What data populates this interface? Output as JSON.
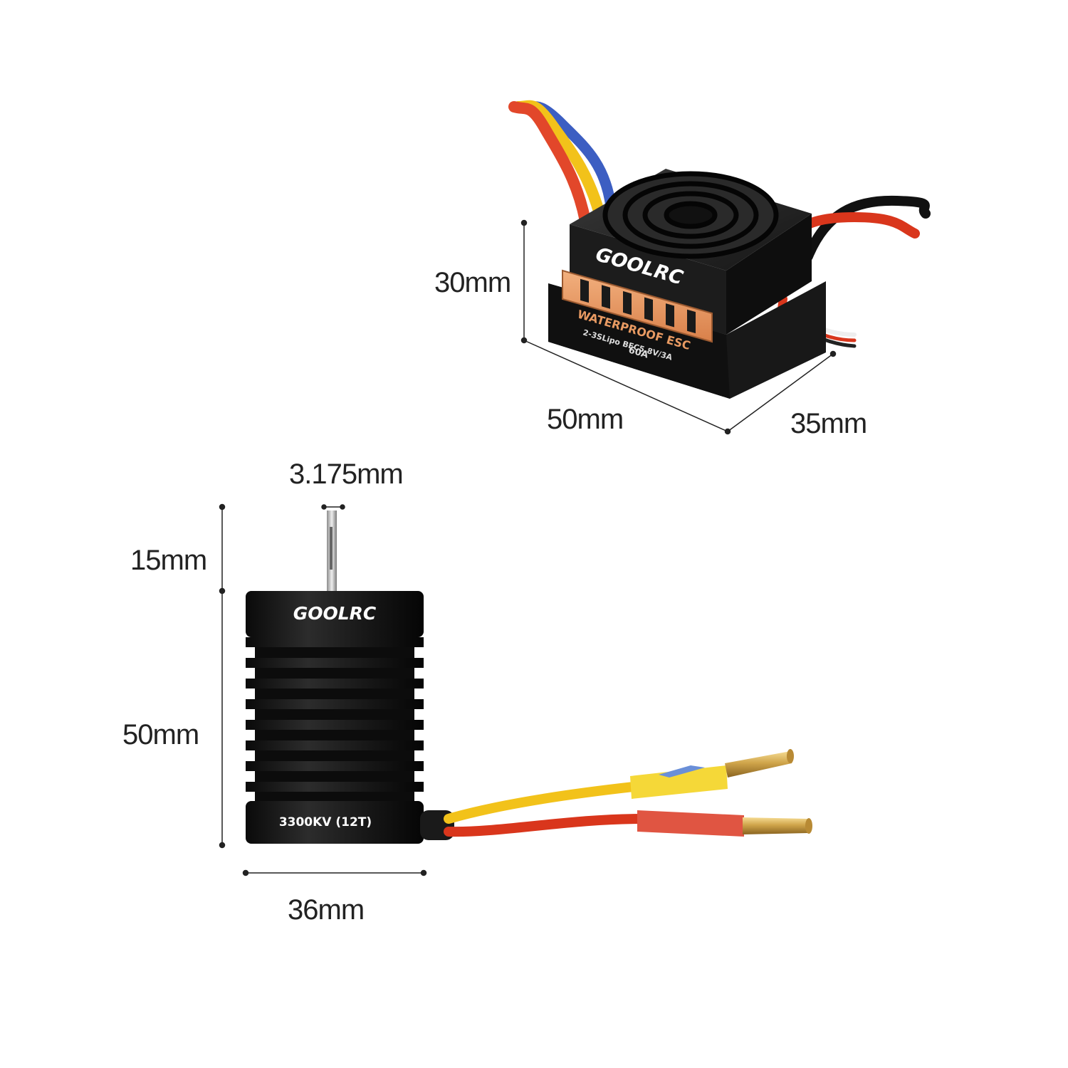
{
  "esc": {
    "brand": "GOOLRC",
    "label_line1": "WATERPROOF ESC",
    "label_line2": "2-3SLipo BEC5.8V/3A",
    "label_line3": "60A"
  },
  "motor": {
    "brand": "GOOLRC",
    "rating": "3300KV (12T)"
  },
  "dimensions": {
    "esc_height": "30mm",
    "esc_length": "50mm",
    "esc_width": "35mm",
    "shaft_diameter": "3.175mm",
    "shaft_length": "15mm",
    "motor_length": "50mm",
    "motor_diameter": "36mm"
  },
  "colors": {
    "body": "#141414",
    "heatsink": "#e89a62",
    "wire_red": "#d9361c",
    "wire_yellow": "#f2c21a",
    "wire_blue": "#3c5ec2",
    "connector_gold": "#cfa44a"
  }
}
